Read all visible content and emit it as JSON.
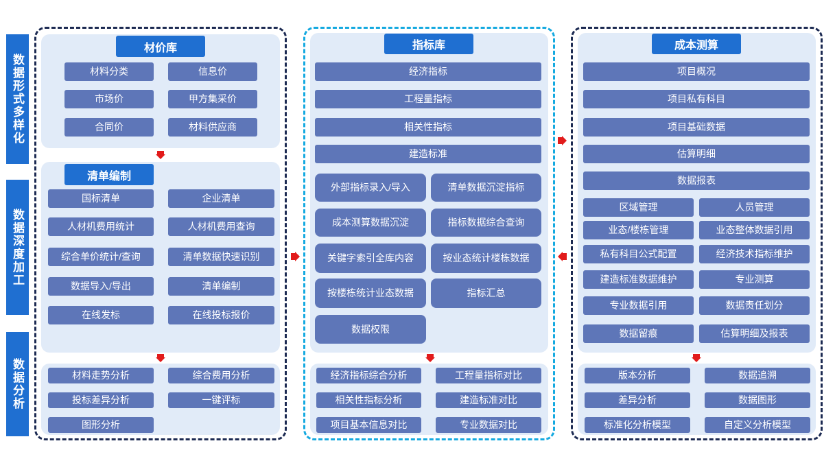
{
  "sidebar": [
    "数据形式多样化",
    "数据深度加工",
    "数据分析"
  ],
  "col1": {
    "top_title": "材价库",
    "top_items": [
      "材料分类",
      "信息价",
      "市场价",
      "甲方集采价",
      "合同价",
      "材料供应商"
    ],
    "mid_title": "清单编制",
    "mid_items": [
      "国标清单",
      "企业清单",
      "人材机费用统计",
      "人材机费用查询",
      "综合单价统计/查询",
      "清单数据快速识别",
      "数据导入/导出",
      "清单编制",
      "在线发标",
      "在线投标报价"
    ],
    "bottom_items": [
      "材料走势分析",
      "综合费用分析",
      "投标差异分析",
      "一键评标",
      "图形分析"
    ]
  },
  "col2": {
    "title": "指标库",
    "wide_items": [
      "经济指标",
      "工程量指标",
      "相关性指标",
      "建造标准"
    ],
    "grid_items": [
      "外部指标录入/导入",
      "清单数据沉淀指标",
      "成本测算数据沉淀",
      "指标数据综合查询",
      "关键字索引全库内容",
      "按业态统计楼栋数据",
      "按楼栋统计业态数据",
      "指标汇总",
      "数据权限"
    ],
    "bottom_items": [
      "经济指标综合分析",
      "工程量指标对比",
      "相关性指标分析",
      "建造标准对比",
      "项目基本信息对比",
      "专业数据对比"
    ]
  },
  "col3": {
    "title": "成本测算",
    "wide_items": [
      "项目概况",
      "项目私有科目",
      "项目基础数据",
      "估算明细",
      "数据报表"
    ],
    "grid_items": [
      "区域管理",
      "人员管理",
      "业态/楼栋管理",
      "业态整体数据引用",
      "私有科目公式配置",
      "经济技术指标维护",
      "建造标准数据维护",
      "专业测算",
      "专业数据引用",
      "数据责任划分",
      "数据留痕",
      "估算明细及报表"
    ],
    "bottom_items": [
      "版本分析",
      "数据追溯",
      "差异分析",
      "数据图形",
      "标准化分析模型",
      "自定义分析模型"
    ]
  },
  "colors": {
    "sidebar": "#1f6fd1",
    "button": "#5e76b8",
    "panel": "#e1ebf8",
    "arrow": "#e21b1b",
    "dash_dark": "#1c2a52",
    "dash_cyan": "#14a9e0"
  }
}
